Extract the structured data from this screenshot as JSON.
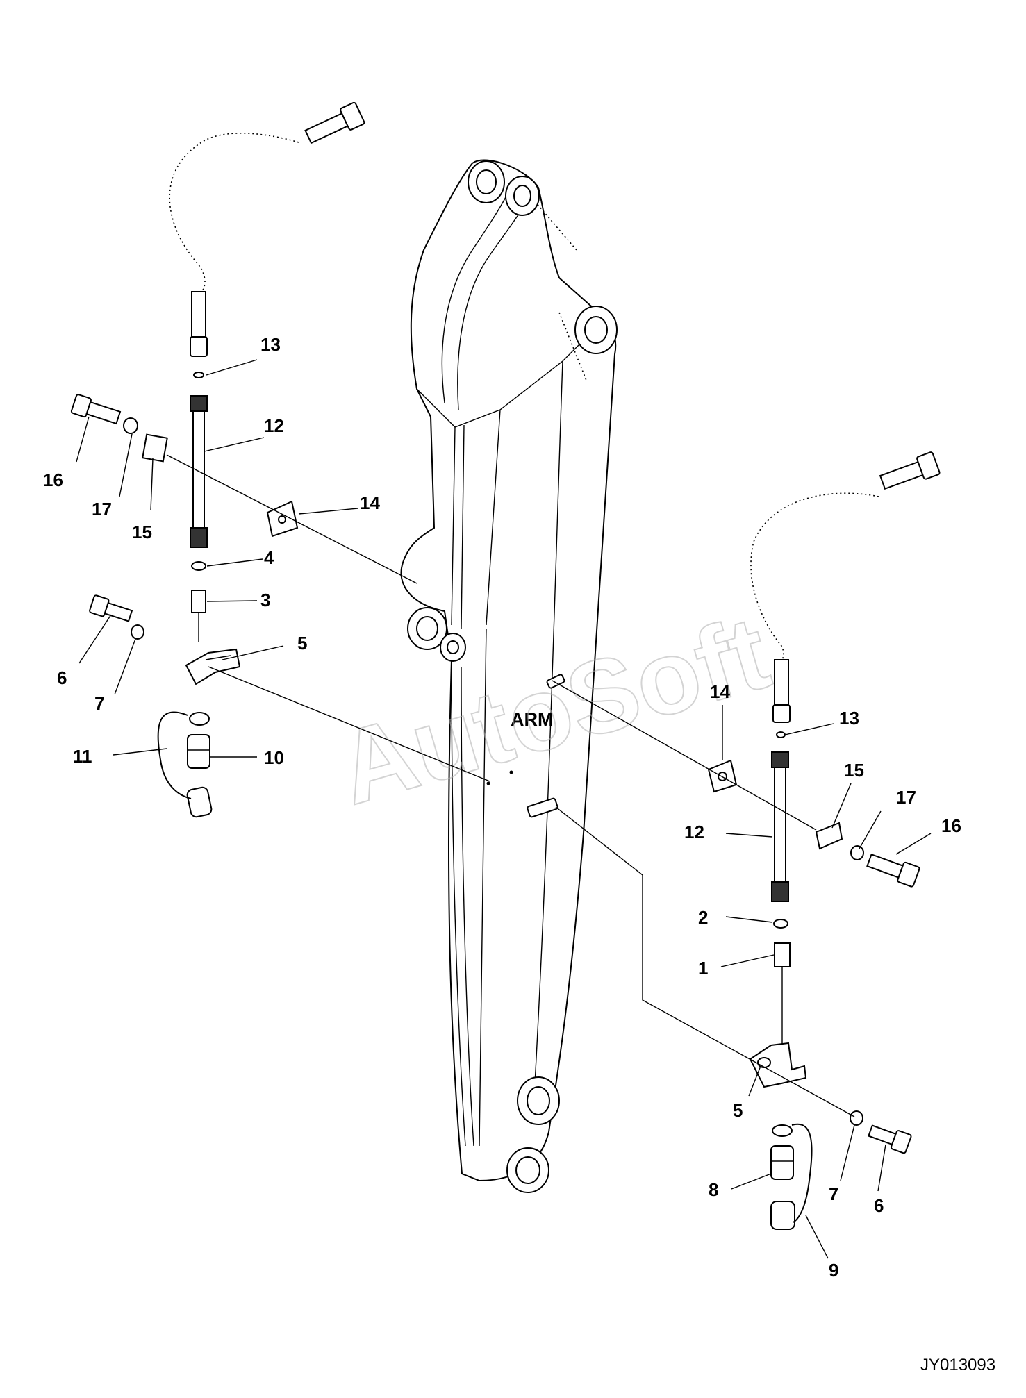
{
  "arm_label": "ARM",
  "watermark": "AutoSoft",
  "drawing_code": "JY013093",
  "labels": {
    "left_13": "13",
    "left_12": "12",
    "left_16": "16",
    "left_17": "17",
    "left_15": "15",
    "left_14": "14",
    "left_4": "4",
    "left_3": "3",
    "left_5": "5",
    "left_6": "6",
    "left_7": "7",
    "left_11": "11",
    "left_10": "10",
    "right_14": "14",
    "right_13": "13",
    "right_15": "15",
    "right_17": "17",
    "right_16": "16",
    "right_12": "12",
    "right_2": "2",
    "right_1": "1",
    "right_5": "5",
    "right_7": "7",
    "right_6": "6",
    "right_8": "8",
    "right_9": "9"
  }
}
